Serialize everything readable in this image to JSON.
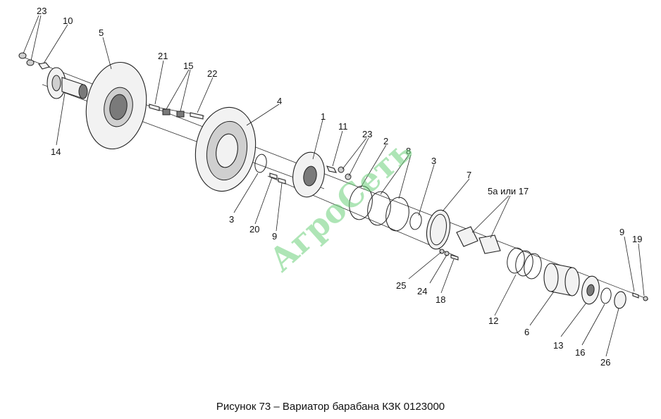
{
  "figure": {
    "caption": "Рисунок 73 – Вариатор барабана КЗК 0123000",
    "watermark": "АгроСеть",
    "watermark_color": "#6ccf7a"
  },
  "callouts": {
    "c23a": "23",
    "c10": "10",
    "c5": "5",
    "c14": "14",
    "c21": "21",
    "c15": "15",
    "c22": "22",
    "c4": "4",
    "c1": "1",
    "c11": "11",
    "c23b": "23",
    "c2": "2",
    "c8": "8",
    "c3a": "3",
    "c3b": "3",
    "c20": "20",
    "c9a": "9",
    "c7": "7",
    "c5a17": "5а или 17",
    "c25": "25",
    "c24": "24",
    "c18": "18",
    "c12": "12",
    "c6": "6",
    "c13": "13",
    "c16": "16",
    "c26": "26",
    "c9b": "9",
    "c19": "19"
  }
}
